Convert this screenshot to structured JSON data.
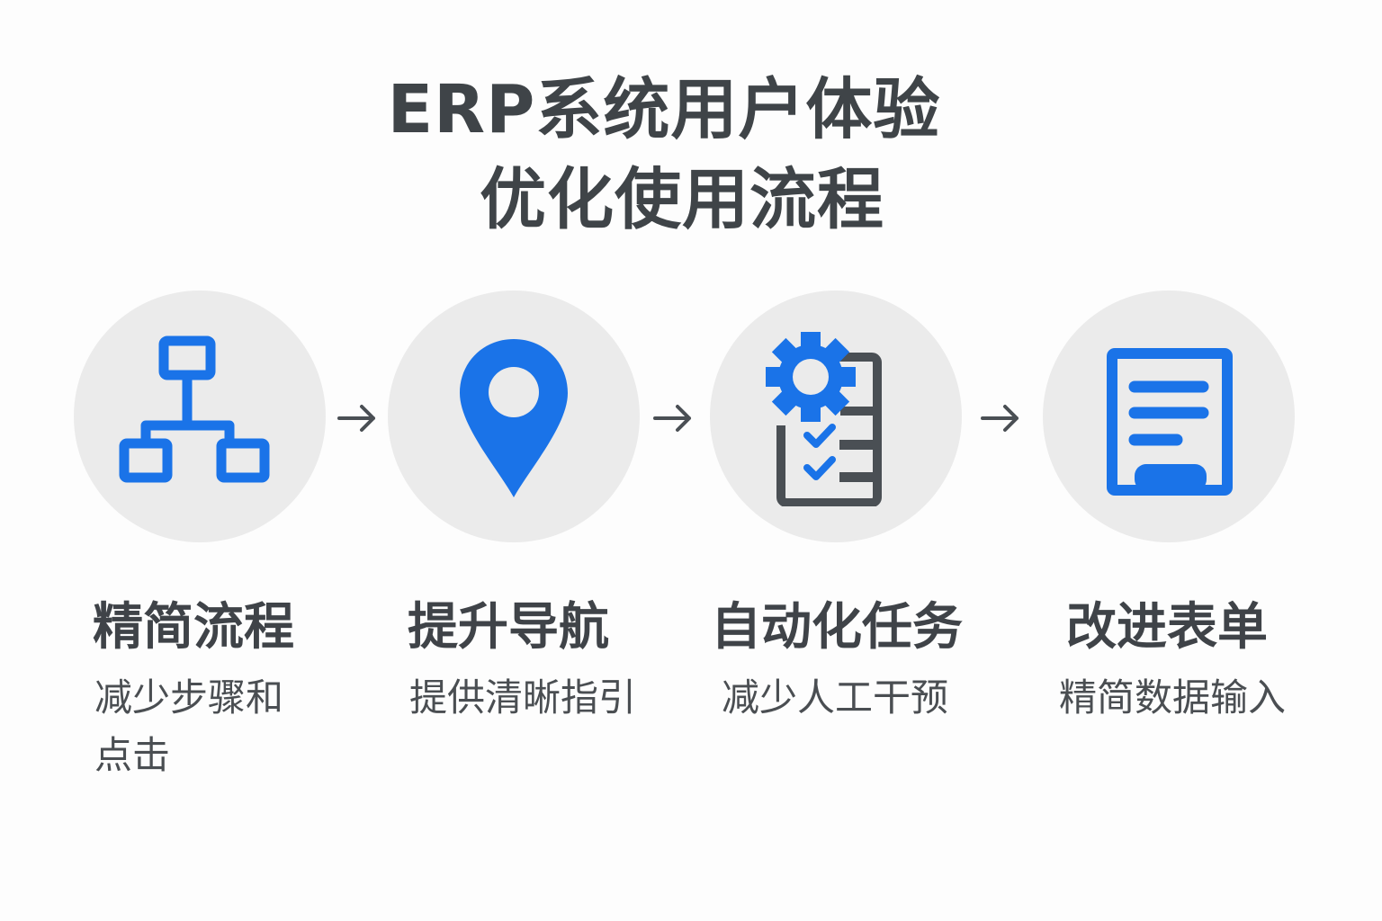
{
  "header": {
    "title_line1": "ERP系统用户体验",
    "title_line2": "优化使用流程"
  },
  "colors": {
    "accent": "#1a73e8",
    "icon_gray": "#4a4f54",
    "circle_bg": "#ebebeb"
  },
  "steps": [
    {
      "icon": "hierarchy-icon",
      "title": "精简流程",
      "desc": "减少步骤和点击"
    },
    {
      "icon": "location-pin-icon",
      "title": "提升导航",
      "desc": "提供清晰指引"
    },
    {
      "icon": "gear-checklist-icon",
      "title": "自动化任务",
      "desc": "减少人工干预"
    },
    {
      "icon": "form-document-icon",
      "title": "改进表单",
      "desc": "精简数据输入"
    }
  ]
}
